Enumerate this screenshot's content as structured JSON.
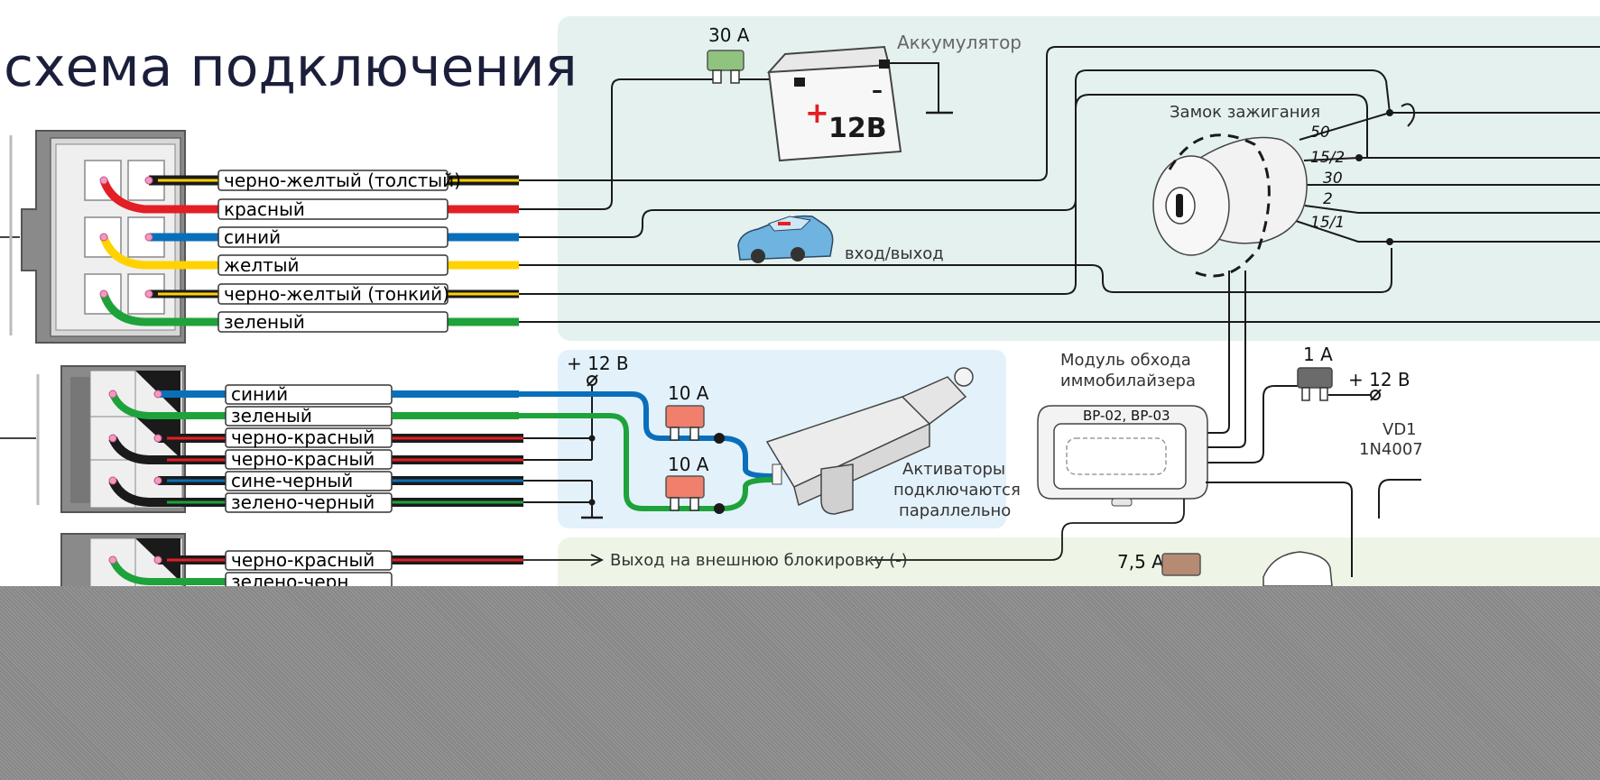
{
  "title": "схема подключения",
  "connector1": {
    "wires": [
      "черно-желтый (толстый)",
      "красный",
      "синий",
      "желтый",
      "черно-желтый (тонкий)",
      "зеленый"
    ]
  },
  "connector2": {
    "wires": [
      "синий",
      "зеленый",
      "черно-красный",
      "черно-красный",
      "сине-черный",
      "зелено-черный"
    ]
  },
  "connector3": {
    "wires": [
      "черно-красный",
      "зелено-черн"
    ]
  },
  "battery": {
    "fuse": "30 А",
    "label": "Аккумулятор",
    "voltage": "12В",
    "plus": "+",
    "minus": "–"
  },
  "ignition": {
    "label": "Замок зажигания",
    "pins": [
      "50",
      "15/2",
      "30",
      "2",
      "15/1"
    ]
  },
  "car": {
    "label": "вход/выход"
  },
  "actuators": {
    "supply": "+ 12 В",
    "fuse_top": "10 А",
    "fuse_bottom": "10 А",
    "note": [
      "Активаторы",
      "подключаются",
      "параллельно"
    ]
  },
  "immobilizer": {
    "title": [
      "Модуль обхода",
      "иммобилайзера"
    ],
    "model": "BP-02, BP-03"
  },
  "right": {
    "fuse": "1 А",
    "supply": "+ 12 В",
    "diode_name": "VD1",
    "diode_type": "1N4007"
  },
  "block_output": "Выход на  внешнюю блокировку (-)",
  "fuse_lamp": "7,5 А",
  "colors": {
    "panel_green": "#e4f1ef",
    "panel_blue": "#e3f1fa",
    "panel_lightgreen": "#eef5e6",
    "red": "#e31e24",
    "blue": "#0a6fba",
    "yellow": "#ffd200",
    "green": "#1ea23a",
    "black": "#1a1a1a",
    "fuse_green": "#8fc37e",
    "fuse_red": "#f07f6c",
    "fuse_brown": "#b58b73",
    "fuse_grey": "#6b6b6b"
  }
}
